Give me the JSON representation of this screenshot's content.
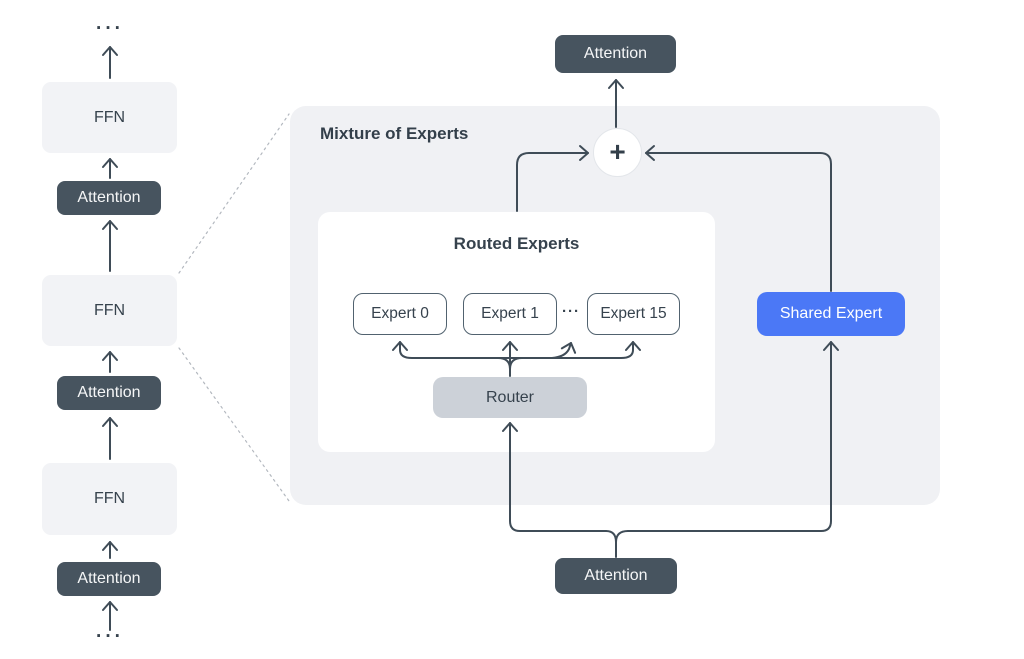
{
  "left_stack": {
    "ellipsis_top": "···",
    "blocks": [
      {
        "label": "FFN",
        "kind": "ffn"
      },
      {
        "label": "Attention",
        "kind": "attention"
      },
      {
        "label": "FFN",
        "kind": "ffn"
      },
      {
        "label": "Attention",
        "kind": "attention"
      },
      {
        "label": "FFN",
        "kind": "ffn"
      },
      {
        "label": "Attention",
        "kind": "attention"
      }
    ],
    "ellipsis_bottom": "···"
  },
  "moe": {
    "title": "Mixture of Experts",
    "top_attention_label": "Attention",
    "bottom_attention_label": "Attention",
    "sum_symbol": "+",
    "shared_expert_label": "Shared Expert",
    "routed_experts": {
      "title": "Routed Experts",
      "experts": [
        "Expert 0",
        "Expert 1",
        "Expert 15"
      ],
      "ellipsis": "···",
      "router_label": "Router"
    }
  },
  "palette": {
    "dark_slate": "#47545F",
    "connector": "#3F4C57",
    "moe_panel_bg": "#F0F1F4",
    "ffn_bg": "#F2F3F6",
    "router_bg": "#CCD1D8",
    "shared_expert_blue": "#4B78F6",
    "expert_border": "#51626F",
    "dashed_line": "#B3B8BF",
    "text_dark": "#36424D",
    "text_light": "#F5F6F7"
  }
}
